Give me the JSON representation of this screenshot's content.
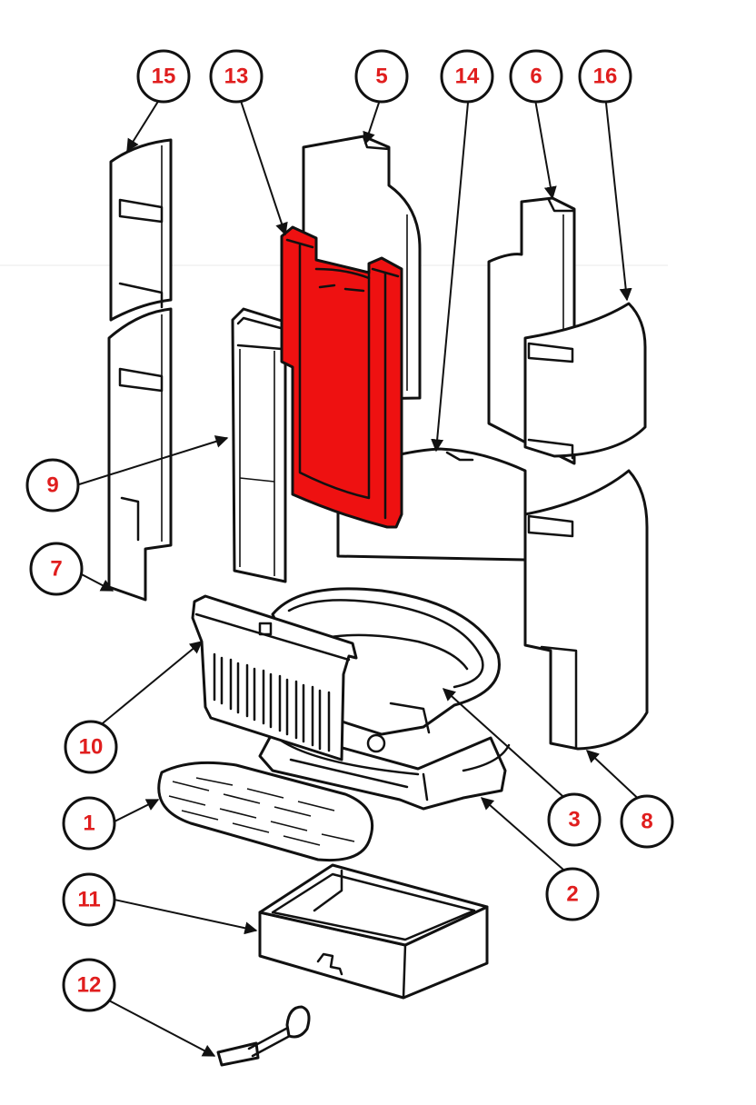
{
  "colors": {
    "highlight": "#EE1111",
    "label_text": "#E01E1E",
    "outline": "#111111",
    "background": "#FFFFFF"
  },
  "highlighted_part": "13",
  "callouts": {
    "c1": "1",
    "c2": "2",
    "c3": "3",
    "c5": "5",
    "c6": "6",
    "c7": "7",
    "c8": "8",
    "c9": "9",
    "c10": "10",
    "c11": "11",
    "c12": "12",
    "c13": "13",
    "c14": "14",
    "c15": "15",
    "c16": "16"
  }
}
